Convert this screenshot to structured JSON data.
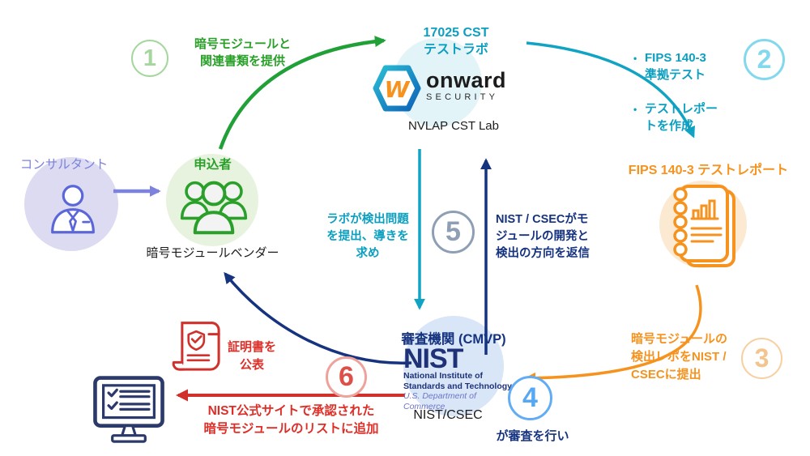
{
  "colors": {
    "green": "#21a038",
    "teal": "#10a3c4",
    "orange": "#f6921e",
    "navy": "#16337f",
    "blue": "#57a8f4",
    "red": "#d0312d",
    "purple": "#7d82dd",
    "gray_blue": "#8e9fb5"
  },
  "bullet": "•",
  "consultant": {
    "label": "コンサルタント"
  },
  "applicant": {
    "title": "申込者",
    "subtitle": "暗号モジュールベンダー"
  },
  "lab": {
    "title": "17025 CST\nテストラボ",
    "caption": "NVLAP CST Lab",
    "logo": {
      "mark": "W",
      "word": "onward",
      "sub": "SECURITY"
    }
  },
  "report": {
    "title": "FIPS 140-3 テストレポート"
  },
  "cmvp": {
    "title": "審査機関 (CMVP)",
    "caption": "NIST/CSEC",
    "nist": {
      "wordmark": "NIST",
      "line1": "National Institute of",
      "line2": "Standards and Technology",
      "line3": "U.S. Department of Commerce"
    }
  },
  "steps": {
    "s1": {
      "num": "1",
      "label": "暗号モジュールと\n関連書類を提供"
    },
    "s2": {
      "num": "2",
      "items": [
        "FIPS 140-3\n準拠テスト",
        "テストレポー\nトを作成"
      ]
    },
    "s3": {
      "num": "3",
      "label": "暗号モジュールの\n検出レポをNIST /\nCSECに提出"
    },
    "s4": {
      "num": "4",
      "label": "が審査を行い"
    },
    "s5": {
      "num": "5",
      "left": "ラボが検出問題\nを提出、導きを\n求め",
      "right": "NIST / CSECがモ\nジュールの開発と\n検出の方向を返信"
    },
    "s6": {
      "num": "6",
      "cert": "証明書を\n公表",
      "label": "NIST公式サイトで承認された\n暗号モジュールのリストに追加"
    }
  }
}
